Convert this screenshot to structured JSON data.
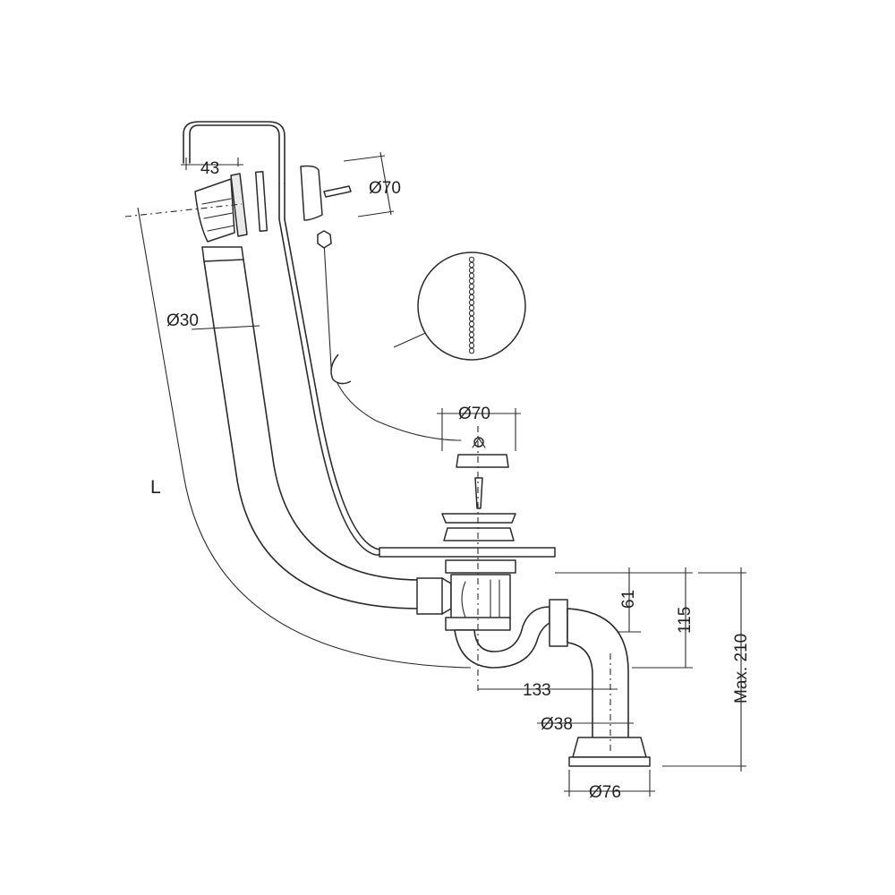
{
  "dimensions": {
    "overflow_offset": "43",
    "overflow_cover_diameter": "Ø70",
    "pipe_diameter": "Ø30",
    "length": "L",
    "plug_diameter": "Ø70",
    "height_61": "61",
    "height_115": "115",
    "max_height": "Max. 210",
    "trap_offset": "133",
    "outlet_diameter": "Ø38",
    "base_diameter": "Ø76"
  }
}
